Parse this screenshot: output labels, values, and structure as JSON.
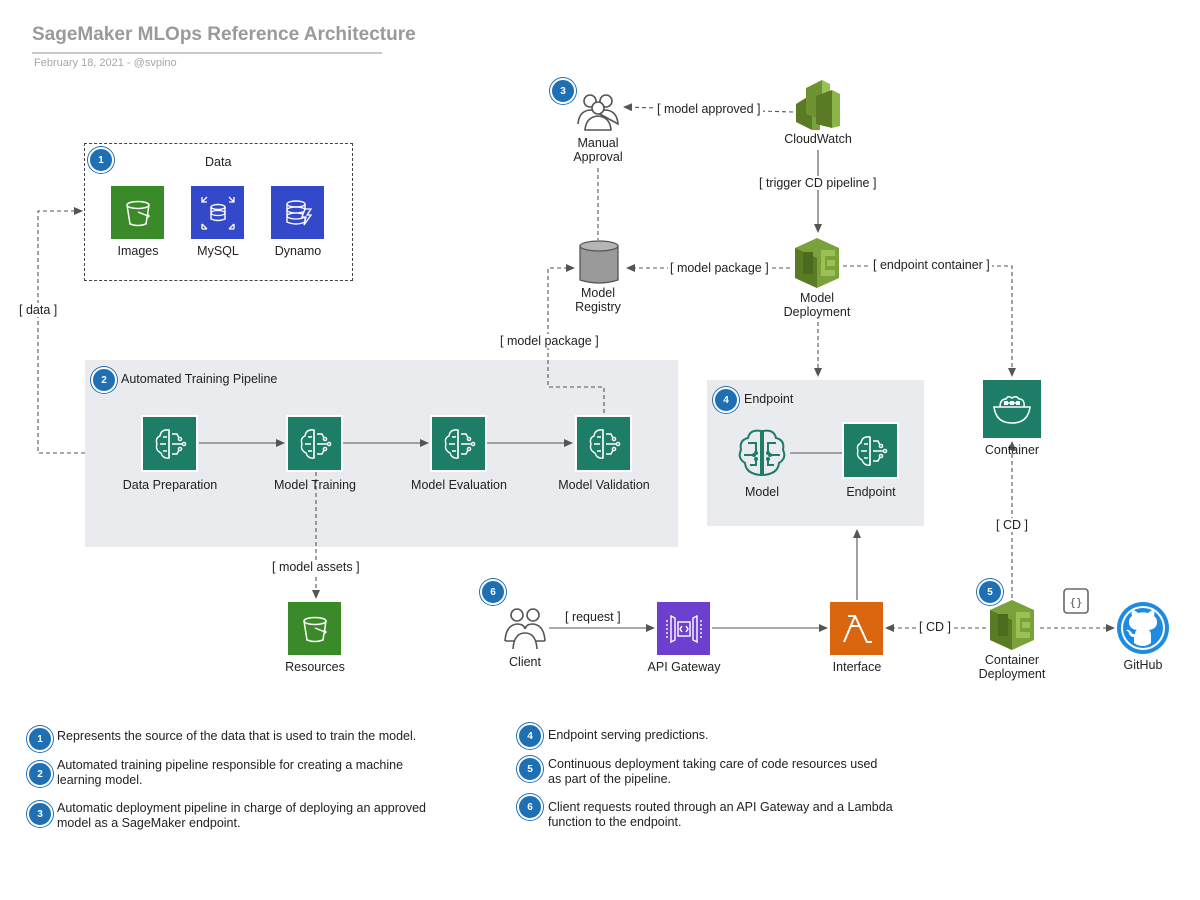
{
  "header": {
    "title": "SageMaker MLOps Reference Architecture",
    "subtitle": "February 18, 2021 - @svpino"
  },
  "groups": {
    "data": {
      "badge": "1",
      "title": "Data"
    },
    "training": {
      "badge": "2",
      "title": "Automated Training Pipeline"
    },
    "endpoint": {
      "badge": "4",
      "title": "Endpoint"
    }
  },
  "badges": {
    "approval": "3",
    "client": "6",
    "container_deployment": "5"
  },
  "nodes": {
    "images": "Images",
    "mysql": "MySQL",
    "dynamo": "Dynamo",
    "manual_approval_l1": "Manual",
    "manual_approval_l2": "Approval",
    "cloudwatch": "CloudWatch",
    "model_registry_l1": "Model",
    "model_registry_l2": "Registry",
    "model_deployment_l1": "Model",
    "model_deployment_l2": "Deployment",
    "data_preparation": "Data Preparation",
    "model_training": "Model Training",
    "model_evaluation": "Model Evaluation",
    "model_validation": "Model Validation",
    "model": "Model",
    "endpoint": "Endpoint",
    "container": "Container",
    "resources": "Resources",
    "client": "Client",
    "api_gateway": "API Gateway",
    "interface": "Interface",
    "container_deployment_l1": "Container",
    "container_deployment_l2": "Deployment",
    "github": "GitHub"
  },
  "edge_labels": {
    "model_approved": "[ model approved ]",
    "trigger_cd": "[ trigger CD pipeline ]",
    "model_package_top": "[ model package ]",
    "endpoint_container": "[ endpoint container ]",
    "data": "[ data ]",
    "model_package_mid": "[ model package ]",
    "model_assets": "[ model assets ]",
    "request": "[ request ]",
    "cd_left": "[ CD ]",
    "cd_up": "[ CD ]"
  },
  "legend": [
    {
      "num": "1",
      "text": "Represents the source of the data that is used to train the model."
    },
    {
      "num": "2",
      "text": "Automated training pipeline responsible for creating a machine learning model."
    },
    {
      "num": "3",
      "text": "Automatic deployment pipeline in charge of deploying an approved model as a SageMaker endpoint."
    },
    {
      "num": "4",
      "text": "Endpoint serving predictions."
    },
    {
      "num": "5",
      "text": "Continuous deployment taking care of code resources used as part of the pipeline."
    },
    {
      "num": "6",
      "text": "Client requests routed through an API Gateway and a Lambda function to the endpoint."
    }
  ],
  "colors": {
    "sagemaker": "#1d7d67",
    "s3": "#3a8a2a",
    "database": "#3449c9",
    "lambda": "#d9650e",
    "apigw": "#6c3fcf",
    "management": "#7aa13a",
    "badge": "#1f6fb5"
  }
}
